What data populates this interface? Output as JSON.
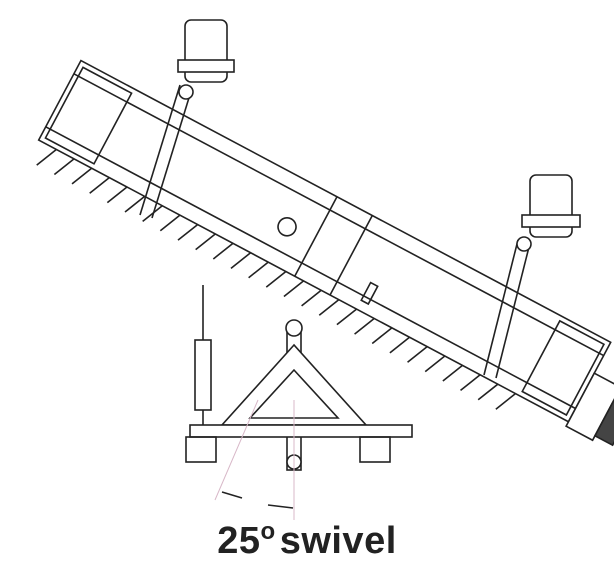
{
  "caption": {
    "angle": "25",
    "degree_symbol": "o",
    "label": "swivel"
  },
  "colors": {
    "line": "#222222",
    "dimension": "#d8b8c8",
    "background": "#ffffff"
  }
}
